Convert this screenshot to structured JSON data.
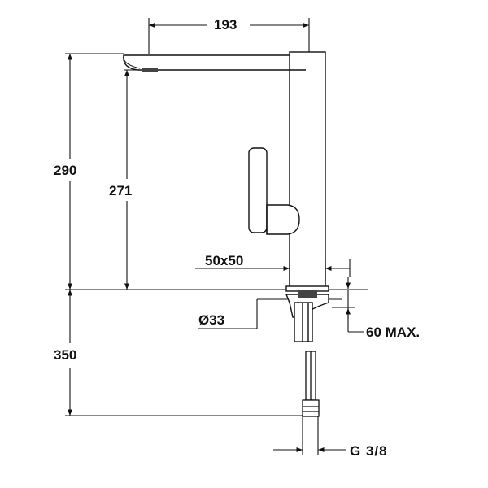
{
  "dimensions": {
    "spout_reach": "193",
    "total_height": "290",
    "spout_height": "271",
    "base_size": "50x50",
    "hole_diameter": "Ø33",
    "max_thickness": "60 MAX.",
    "hose_length": "350",
    "connection": "G 3/8"
  },
  "colors": {
    "line": "#111111",
    "body_fill": "#ffffff",
    "shade": "#444444",
    "background": "#ffffff"
  }
}
